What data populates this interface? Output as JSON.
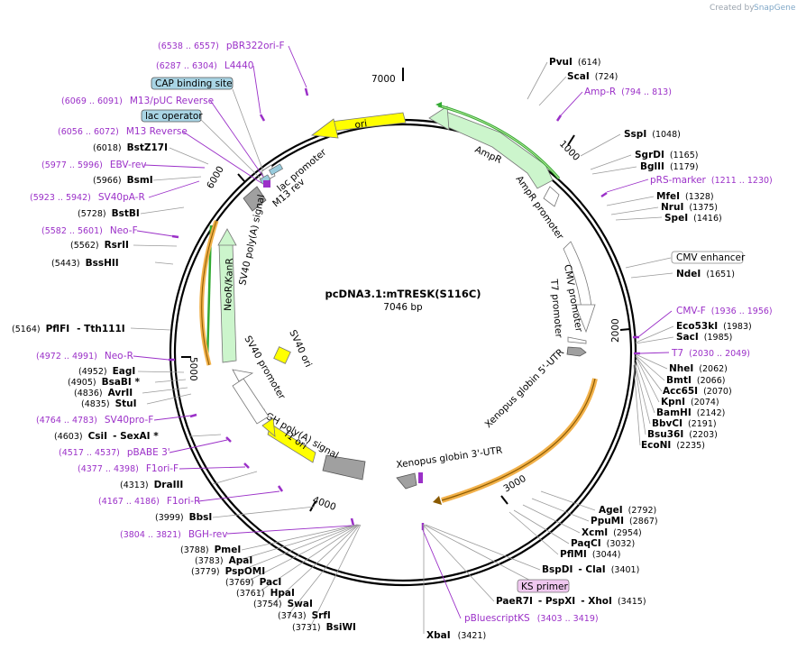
{
  "plasmid": {
    "name": "pcDNA3.1:mTRESK(S116C)",
    "size_label": "7046 bp",
    "length": 7046
  },
  "credit": {
    "prefix": "Created by",
    "brand": "SnapGene"
  },
  "ticks": [
    "1000",
    "2000",
    "3000",
    "4000",
    "5000",
    "6000",
    "7000"
  ],
  "colors": {
    "ori": "#ffff00",
    "ampr": "#ccf5cc",
    "promoter": "#ffffff",
    "orange_arc": "#f0b040",
    "green_arc": "#33bb33",
    "primer": "#9b30c8",
    "terminator": "#a0a0a0",
    "protein_bind": "#99ccdd"
  },
  "features": {
    "ori": "ori",
    "ampr": "AmpR",
    "ampr_promoter": "AmpR promoter",
    "cmv_promoter": "CMV promoter",
    "t7_promoter": "T7 promoter",
    "xenopus5": "Xenopus globin 5'-UTR",
    "xenopus3": "Xenopus globin 3'-UTR",
    "bgh": "bGH poly(A) signal",
    "f1ori": "f1 ori",
    "sv40_promoter": "SV40 promoter",
    "sv40_ori": "SV40 ori",
    "neor": "NeoR/KanR",
    "sv40_polya": "SV40 poly(A) signal",
    "lac_promoter": "lac promoter",
    "m13rev": "M13 rev"
  },
  "labels": {
    "pvuI": {
      "name": "PvuI",
      "pos": "(614)"
    },
    "scaI": {
      "name": "ScaI",
      "pos": "(724)"
    },
    "ampR": {
      "name": "Amp-R",
      "pos": "(794 .. 813)"
    },
    "sspI": {
      "name": "SspI",
      "pos": "(1048)"
    },
    "sgrDI": {
      "name": "SgrDI",
      "pos": "(1165)"
    },
    "bglII": {
      "name": "BglII",
      "pos": "(1179)"
    },
    "prs": {
      "name": "pRS-marker",
      "pos": "(1211 .. 1230)"
    },
    "mfeI": {
      "name": "MfeI",
      "pos": "(1328)"
    },
    "nruI": {
      "name": "NruI",
      "pos": "(1375)"
    },
    "speI": {
      "name": "SpeI",
      "pos": "(1416)"
    },
    "cmvEnh": {
      "name": "CMV enhancer"
    },
    "ndeI": {
      "name": "NdeI",
      "pos": "(1651)"
    },
    "cmvF": {
      "name": "CMV-F",
      "pos": "(1936 .. 1956)"
    },
    "eco53kI": {
      "name": "Eco53kI",
      "pos": "(1983)"
    },
    "sacI": {
      "name": "SacI",
      "pos": "(1985)"
    },
    "t7": {
      "name": "T7",
      "pos": "(2030 .. 2049)"
    },
    "nheI": {
      "name": "NheI",
      "pos": "(2062)"
    },
    "bmtI": {
      "name": "BmtI",
      "pos": "(2066)"
    },
    "acc65I": {
      "name": "Acc65I",
      "pos": "(2070)"
    },
    "kpnI": {
      "name": "KpnI",
      "pos": "(2074)"
    },
    "bamHI": {
      "name": "BamHI",
      "pos": "(2142)"
    },
    "bbvCI": {
      "name": "BbvCI",
      "pos": "(2191)"
    },
    "bsu36I": {
      "name": "Bsu36I",
      "pos": "(2203)"
    },
    "ecoNI": {
      "name": "EcoNI",
      "pos": "(2235)"
    },
    "ageI": {
      "name": "AgeI",
      "pos": "(2792)"
    },
    "ppuMI": {
      "name": "PpuMI",
      "pos": "(2867)"
    },
    "xcmI": {
      "name": "XcmI",
      "pos": "(2954)"
    },
    "paqCI": {
      "name": "PaqCI",
      "pos": "(3032)"
    },
    "pflMI": {
      "name": "PflMI",
      "pos": "(3044)"
    },
    "bspDI": {
      "name": "BspDI",
      "sep": "- ClaI",
      "pos": "(3401)"
    },
    "ks": {
      "name": "KS primer"
    },
    "paeR7I": {
      "name": "PaeR7I",
      "sep1": "- PspXI",
      "sep2": "- XhoI",
      "pos": "(3415)"
    },
    "pBKS": {
      "name": "pBluescriptKS",
      "pos": "(3403 .. 3419)"
    },
    "xbaI": {
      "name": "XbaI",
      "pos": "(3421)"
    },
    "bsiWI": {
      "name": "BsiWI",
      "pos": "(3731)"
    },
    "srfI": {
      "name": "SrfI",
      "pos": "(3743)"
    },
    "swaI": {
      "name": "SwaI",
      "pos": "(3754)"
    },
    "hpaI": {
      "name": "HpaI",
      "pos": "(3761)"
    },
    "pacI": {
      "name": "PacI",
      "pos": "(3769)"
    },
    "pspOMI": {
      "name": "PspOMI",
      "pos": "(3779)"
    },
    "apaI": {
      "name": "ApaI",
      "pos": "(3783)"
    },
    "pmeI": {
      "name": "PmeI",
      "pos": "(3788)"
    },
    "bghRev": {
      "name": "BGH-rev",
      "pos": "(3804 .. 3821)"
    },
    "bbsI": {
      "name": "BbsI",
      "pos": "(3999)"
    },
    "draIII": {
      "name": "DraIII",
      "pos": "(4313)"
    },
    "f1oriR": {
      "name": "F1ori-R",
      "pos": "(4167 .. 4186)"
    },
    "f1oriF": {
      "name": "F1ori-F",
      "pos": "(4377 .. 4398)"
    },
    "pbabe": {
      "name": "pBABE 3'",
      "pos": "(4517 .. 4537)"
    },
    "csiI": {
      "name": "CsiI",
      "sep": "- SexAI *",
      "pos": "(4603)"
    },
    "sv40proF": {
      "name": "SV40pro-F",
      "pos": "(4764 .. 4783)"
    },
    "stuI": {
      "name": "StuI",
      "pos": "(4835)"
    },
    "avrII": {
      "name": "AvrII",
      "pos": "(4836)"
    },
    "bsaBI": {
      "name": "BsaBI *",
      "pos": "(4905)"
    },
    "eagI": {
      "name": "EagI",
      "pos": "(4952)"
    },
    "neoR": {
      "name": "Neo-R",
      "pos": "(4972 .. 4991)"
    },
    "pflFI": {
      "name": "PflFI",
      "sep": "- Tth111I",
      "pos": "(5164)"
    },
    "bssHII": {
      "name": "BssHII",
      "pos": "(5443)"
    },
    "rsrII": {
      "name": "RsrII",
      "pos": "(5562)"
    },
    "neoF": {
      "name": "Neo-F",
      "pos": "(5582 .. 5601)"
    },
    "bstBI": {
      "name": "BstBI",
      "pos": "(5728)"
    },
    "sv40pAR": {
      "name": "SV40pA-R",
      "pos": "(5923 .. 5942)"
    },
    "bsmI": {
      "name": "BsmI",
      "pos": "(5966)"
    },
    "ebvRev": {
      "name": "EBV-rev",
      "pos": "(5977 .. 5996)"
    },
    "bstZ17I": {
      "name": "BstZ17I",
      "pos": "(6018)"
    },
    "m13Rev": {
      "name": "M13 Reverse",
      "pos": "(6056 .. 6072)"
    },
    "lacOp": {
      "name": "lac operator"
    },
    "m13pUC": {
      "name": "M13/pUC Reverse",
      "pos": "(6069 .. 6091)"
    },
    "cap": {
      "name": "CAP binding site"
    },
    "l4440": {
      "name": "L4440",
      "pos": "(6287 .. 6304)"
    },
    "pbr": {
      "name": "pBR322ori-F",
      "pos": "(6538 .. 6557)"
    }
  }
}
